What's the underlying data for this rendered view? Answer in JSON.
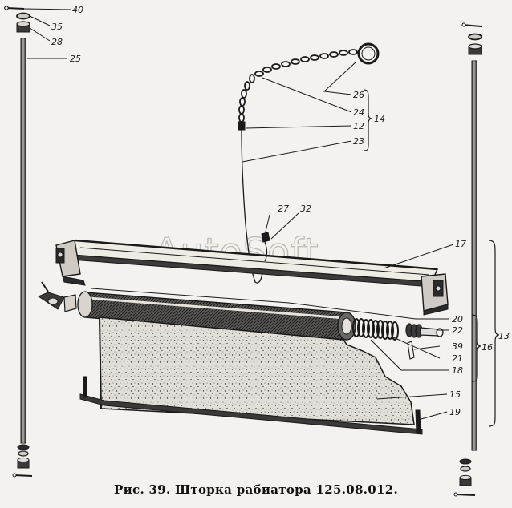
{
  "figure": {
    "caption": "Рис. 39. Шторка рабиатора 125.08.012.",
    "watermark": "AutoSoft"
  },
  "callouts": {
    "c40": "40",
    "c35": "35",
    "c28": "28",
    "c25": "25",
    "c26": "26",
    "c24": "24",
    "c12": "12",
    "c23": "23",
    "c14": "14",
    "c27": "27",
    "c32": "32",
    "c17": "17",
    "c20": "20",
    "c22": "22",
    "c39": "39",
    "c21": "21",
    "c18": "18",
    "c15": "15",
    "c19": "19",
    "c16": "16",
    "c13": "13"
  },
  "colors": {
    "ink": "#1a1a1a",
    "paper": "#f4f2ee",
    "fabric": "#d9d6d0"
  }
}
